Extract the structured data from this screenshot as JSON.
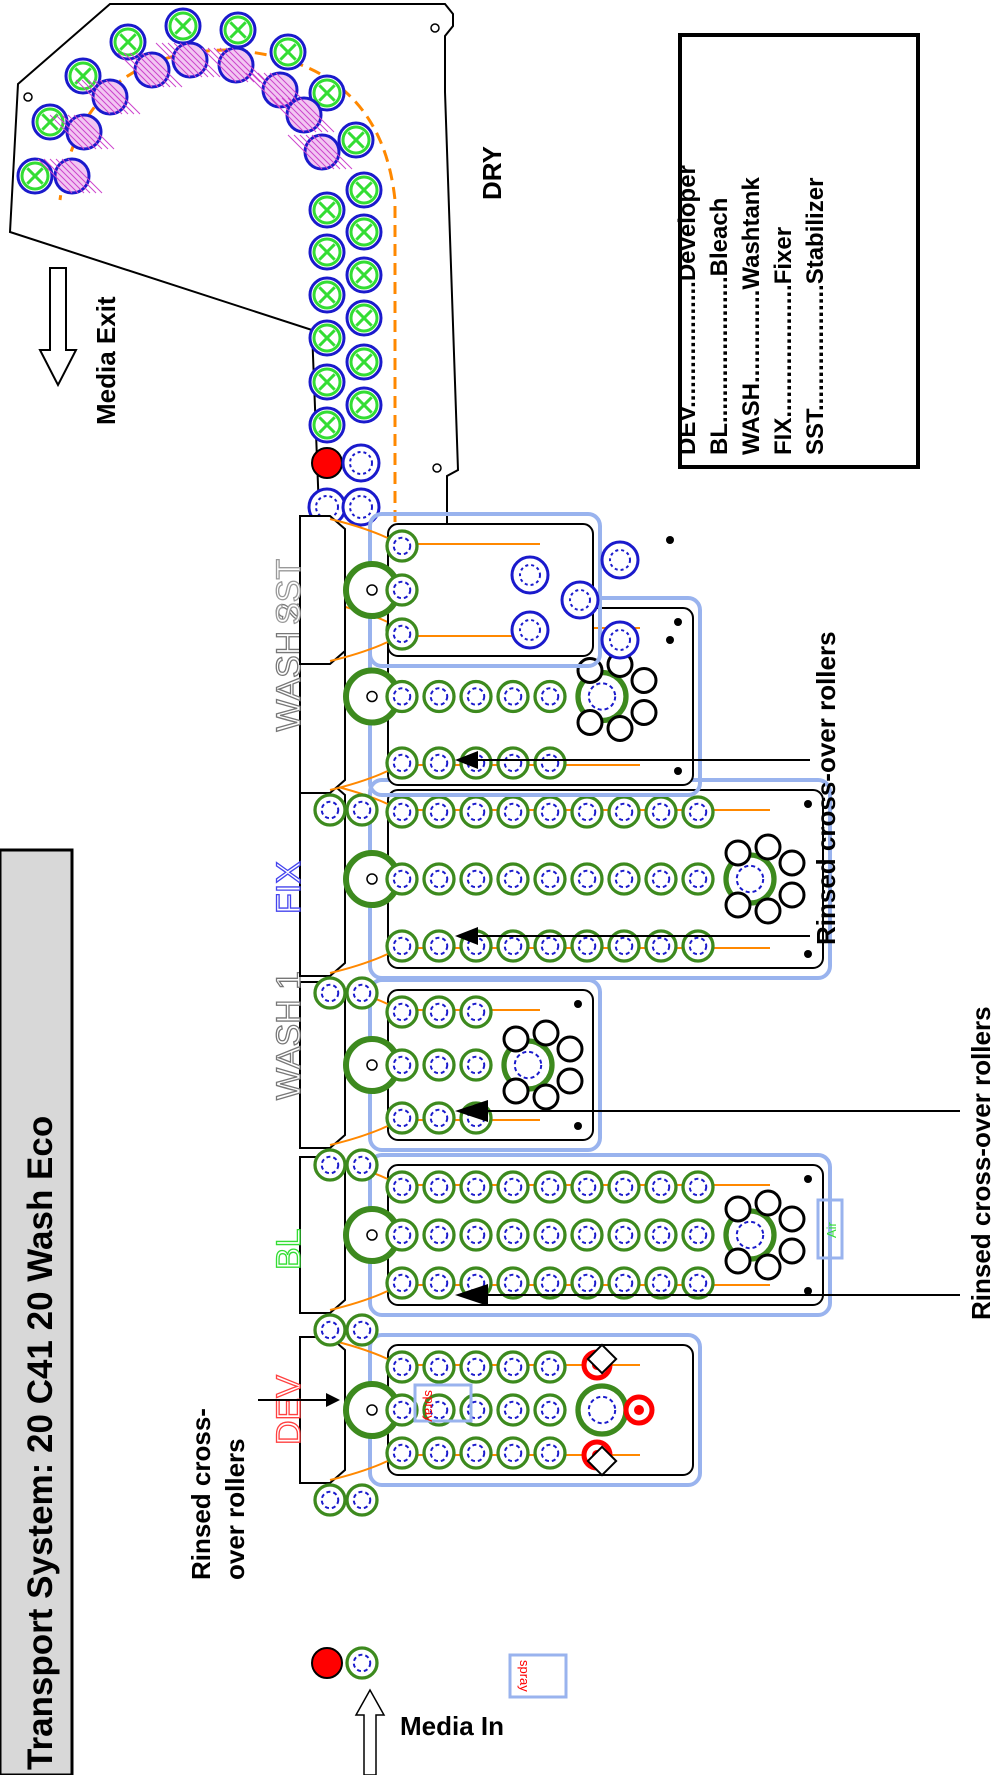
{
  "title": "Transport System: 20 C41 20 Wash Eco",
  "labels": {
    "dry": "DRY",
    "media_exit": "Media Exit",
    "media_in": "Media In",
    "rinsed_cross_over_rollers": "Rinsed cross-over rollers",
    "rinsed_cross_over_rollers_line1": "Rinsed cross-",
    "rinsed_cross_over_rollers_line2": "over rollers",
    "spray": "spray",
    "air": "Air"
  },
  "tanks": [
    {
      "id": "dev",
      "name": "DEV",
      "color": "#ff4040"
    },
    {
      "id": "bl",
      "name": "BL",
      "color": "#33dd33"
    },
    {
      "id": "wash1",
      "name": "WASH 1",
      "color": "#777777"
    },
    {
      "id": "fix",
      "name": "FIX",
      "color": "#4444ee"
    },
    {
      "id": "wash2",
      "name": "WASH 2",
      "color": "#777777"
    },
    {
      "id": "sst",
      "name": "SST",
      "color": "#999999"
    }
  ],
  "legend": [
    {
      "abbr": "DEV",
      "dots": "...................",
      "full": "Developer"
    },
    {
      "abbr": "BL",
      "dots": "......................",
      "full": "Bleach"
    },
    {
      "abbr": "WASH",
      "dots": "..............",
      "full": "Washtank"
    },
    {
      "abbr": "FIX",
      "dots": "....................",
      "full": "Fixer"
    },
    {
      "abbr": "SST",
      "dots": "...................",
      "full": "Stabilizer"
    }
  ],
  "colors": {
    "roller_green": "#3d8a1e",
    "roller_blue": "#1a1acc",
    "frame_blue": "#99b3ee",
    "path_orange": "#ff8800",
    "dryer_green": "#33dd33",
    "dryer_pink": "#cc44cc",
    "red": "#ff0000"
  }
}
